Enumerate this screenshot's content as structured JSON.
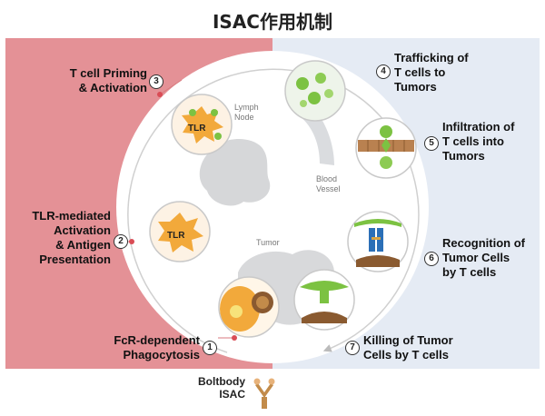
{
  "title": "ISAC作用机制",
  "steps": [
    {
      "num": "1",
      "label": "FcR-dependent\nPhagocytosis"
    },
    {
      "num": "2",
      "label": "TLR-mediated\nActivation\n& Antigen\nPresentation"
    },
    {
      "num": "3",
      "label": "T cell Priming\n& Activation"
    },
    {
      "num": "4",
      "label": "Trafficking of\nT cells to\nTumors"
    },
    {
      "num": "5",
      "label": "Infiltration of\nT cells into\nTumors"
    },
    {
      "num": "6",
      "label": "Recognition of\nTumor Cells\nby T cells"
    },
    {
      "num": "7",
      "label": "Killing of Tumor\nCells by T cells"
    }
  ],
  "organs": {
    "lymph_node": "Lymph\nNode",
    "blood_vessel": "Blood\nVessel",
    "tumor": "Tumor"
  },
  "tlr_labels": [
    "TLR",
    "TLR"
  ],
  "boltbody": "Boltbody\nISAC",
  "colors": {
    "left_panel": "#e49196",
    "right_panel": "#e5ebf4",
    "cycle_circle": "#ffffff",
    "cell_orange": "#f2a93b",
    "green": "#7cc242",
    "receptor_blue": "#2b6fb7",
    "vessel_brown": "#b98150"
  }
}
